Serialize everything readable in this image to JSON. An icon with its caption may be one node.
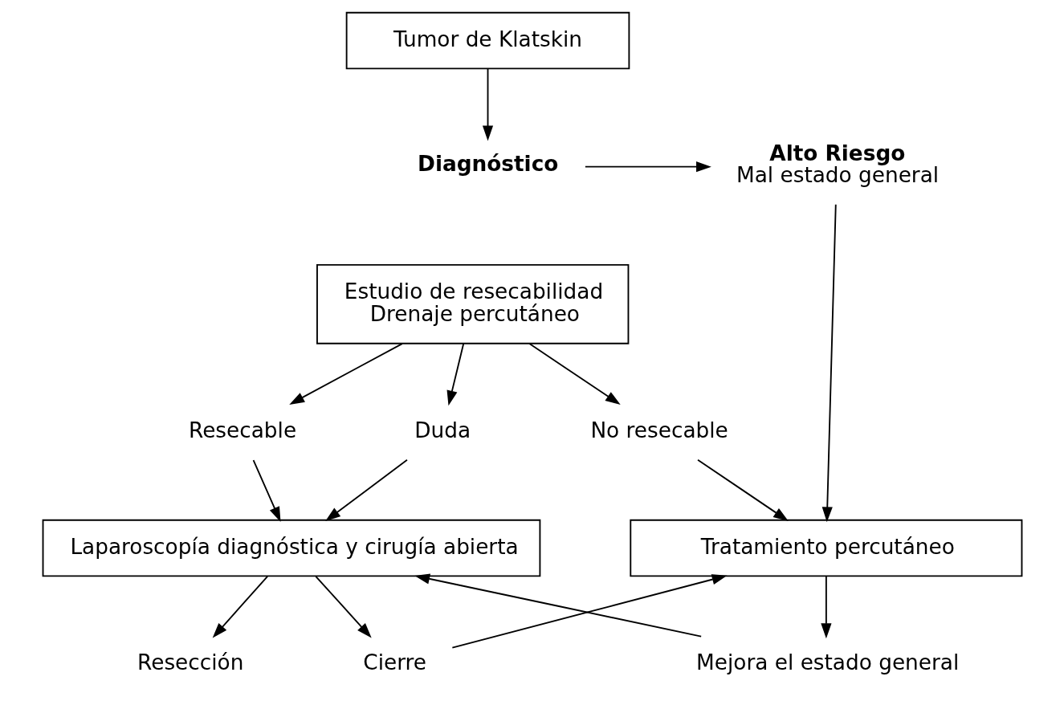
{
  "diagram": {
    "nodes": [
      {
        "text": [
          "Tumor de Klatskin"
        ]
      },
      {
        "text": [
          "Diagnóstico"
        ]
      },
      {
        "text": [
          "Alto Riesgo",
          "Mal estado general"
        ]
      },
      {
        "text": [
          "Estudio de resecabilidad",
          "Drenaje percutáneo"
        ]
      },
      {
        "text": [
          "Resecable"
        ]
      },
      {
        "text": [
          "Duda"
        ]
      },
      {
        "text": [
          "No resecable"
        ]
      },
      {
        "text": [
          "Laparoscopía diagnóstica y cirugía abierta"
        ]
      },
      {
        "text": [
          "Tratamiento percutáneo"
        ]
      },
      {
        "text": [
          "Resección"
        ]
      },
      {
        "text": [
          "Cierre"
        ]
      },
      {
        "text": [
          "Mejora el estado general"
        ]
      }
    ],
    "edges": [
      {
        "from": 0,
        "to": 1,
        "arrow": "to"
      },
      {
        "from": 1,
        "to": 2,
        "arrow": "to"
      },
      {
        "from": 2,
        "to": 8,
        "arrow": "to"
      },
      {
        "from": 3,
        "to": 4,
        "arrow": "to"
      },
      {
        "from": 3,
        "to": 5,
        "arrow": "to"
      },
      {
        "from": 3,
        "to": 6,
        "arrow": "to"
      },
      {
        "from": 4,
        "to": 7,
        "arrow": "to"
      },
      {
        "from": 5,
        "to": 7,
        "arrow": "to"
      },
      {
        "from": 6,
        "to": 8,
        "arrow": "to"
      },
      {
        "from": 7,
        "to": 9,
        "arrow": "to"
      },
      {
        "from": 7,
        "to": 10,
        "arrow": "to"
      },
      {
        "from": 10,
        "to": 8,
        "arrow": "to"
      },
      {
        "from": 8,
        "to": 11,
        "arrow": "to"
      },
      {
        "from": 11,
        "to": 7,
        "arrow": "to"
      }
    ]
  }
}
